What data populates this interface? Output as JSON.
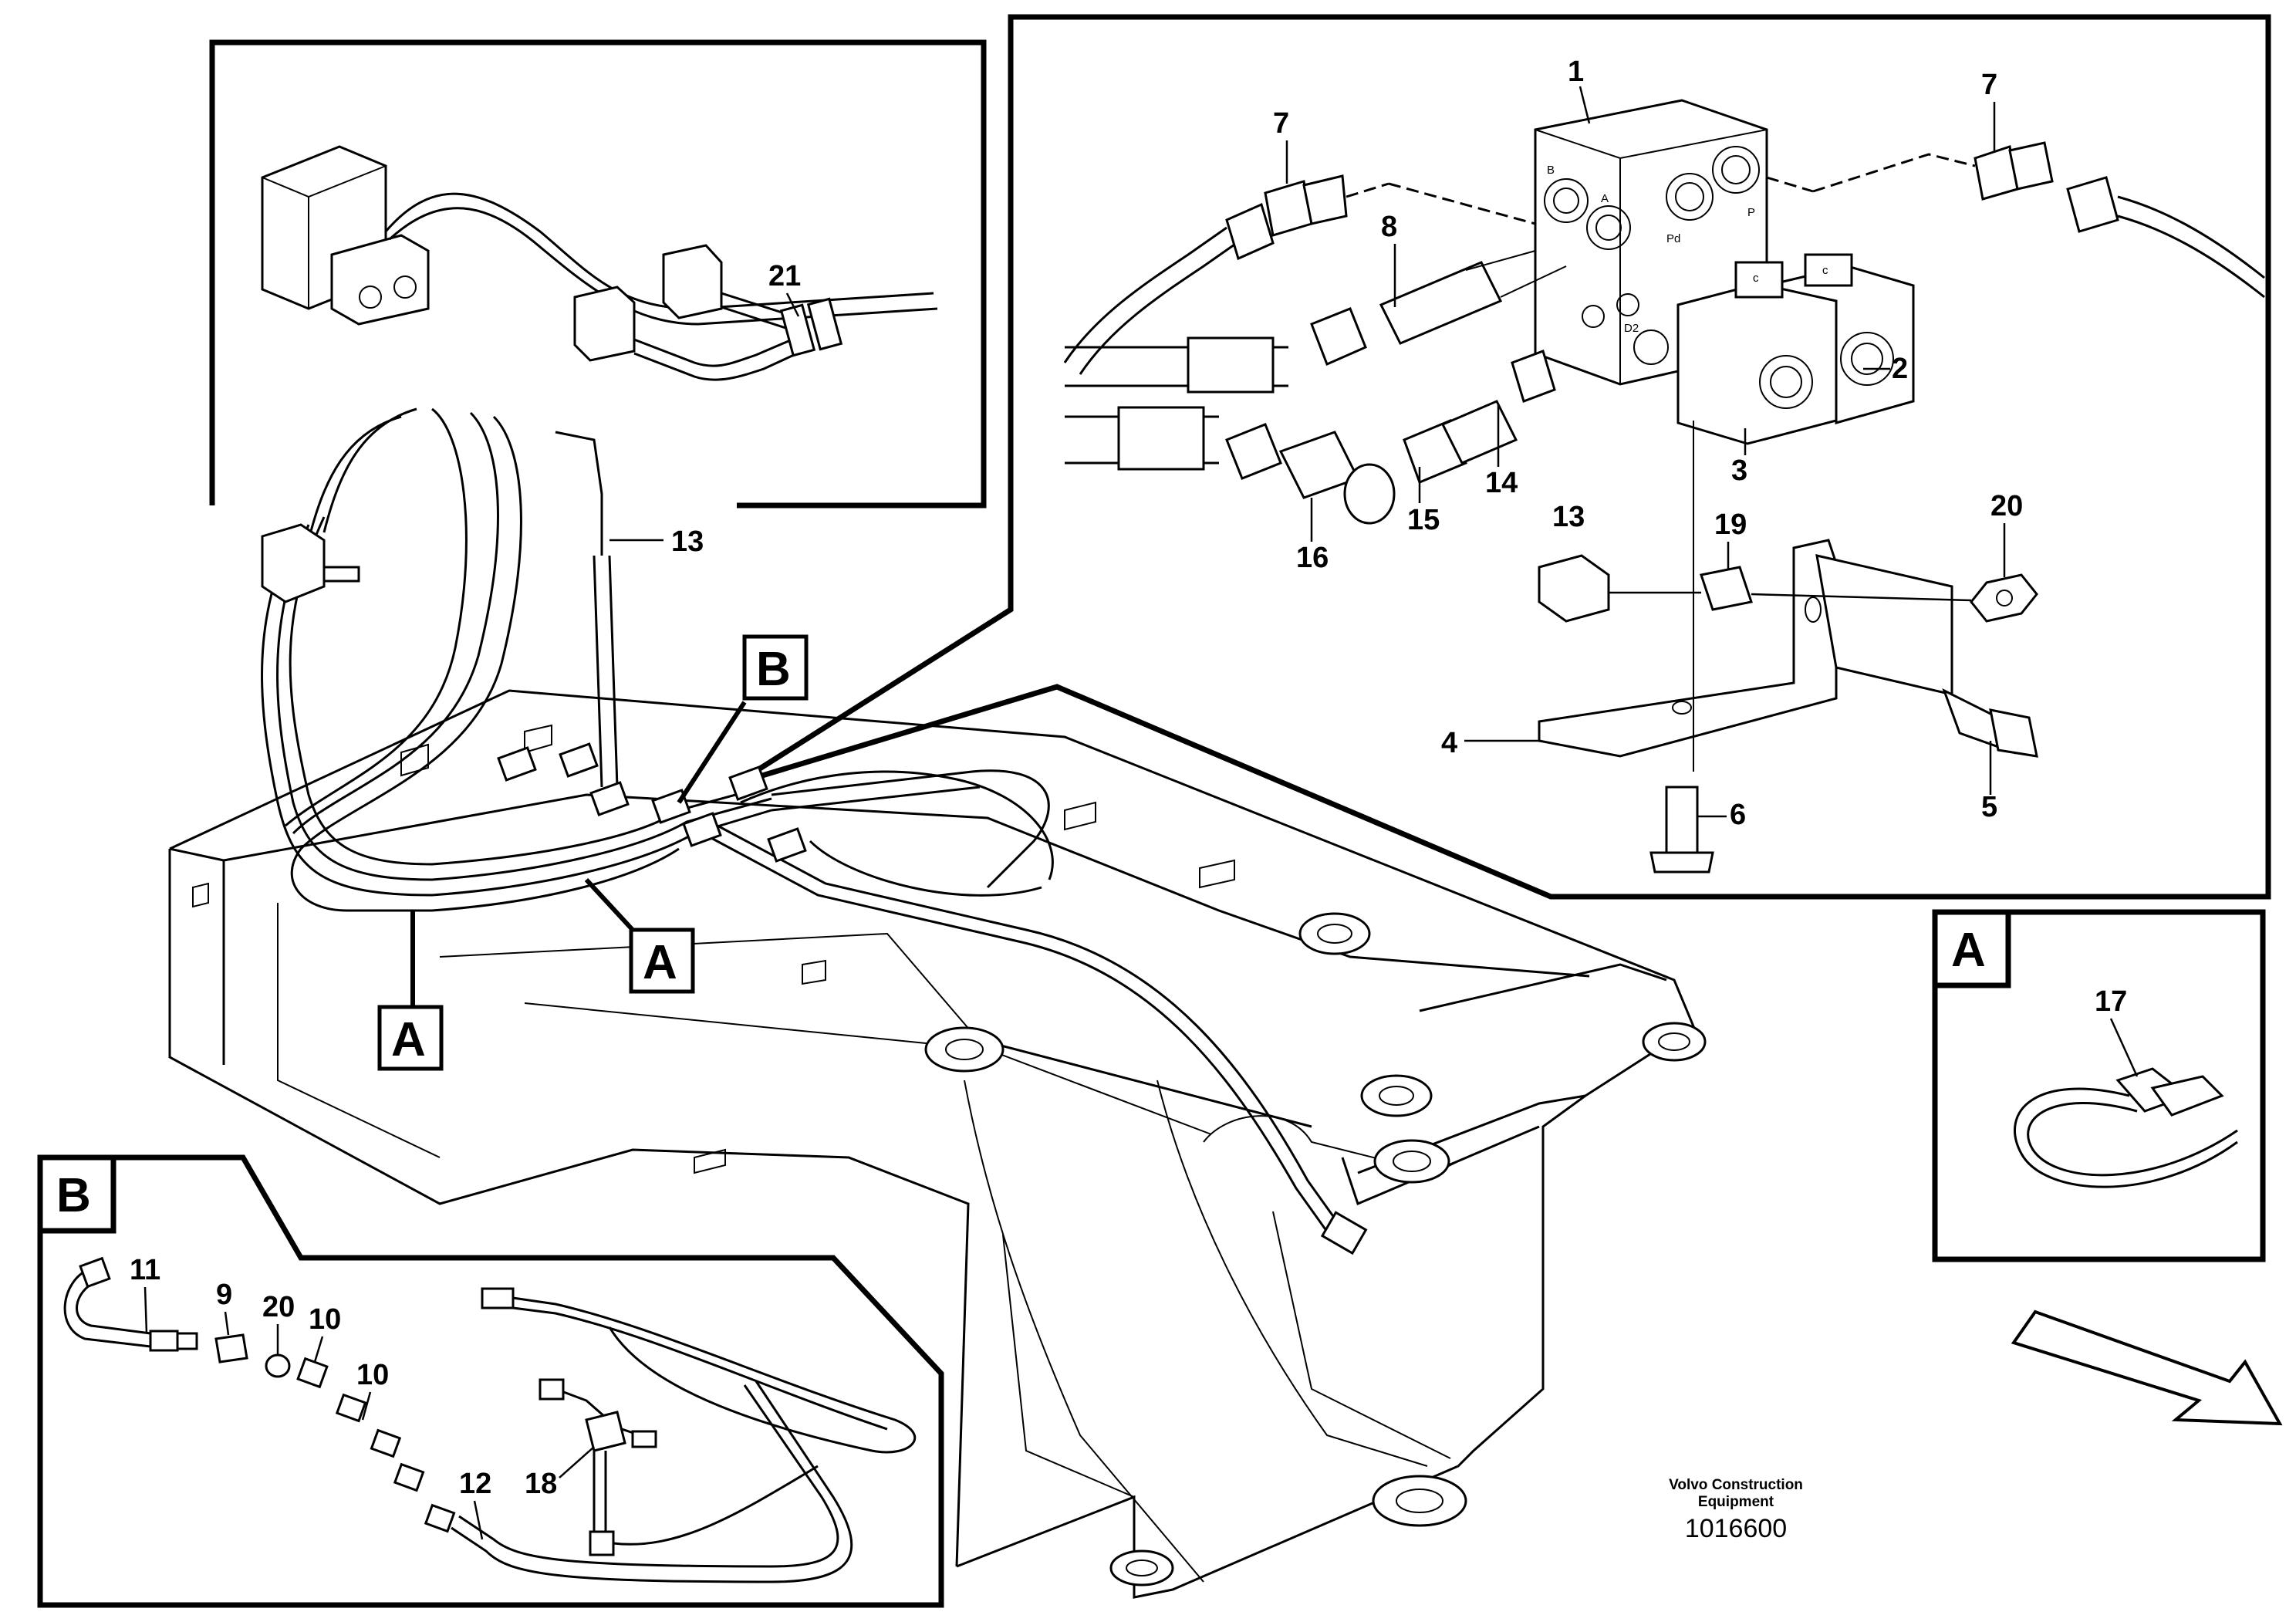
{
  "diagram": {
    "type": "exploded parts diagram",
    "detail_views": {
      "A": {
        "label": "A",
        "callouts": [
          "17"
        ]
      },
      "B": {
        "label": "B",
        "callouts": [
          "11",
          "9",
          "20",
          "10",
          "10",
          "12",
          "18"
        ]
      }
    },
    "view_markers": [
      "B",
      "A",
      "A"
    ],
    "callouts": {
      "c1": "1",
      "c2": "2",
      "c3": "3",
      "c4": "4",
      "c5": "5",
      "c6": "6",
      "c7a": "7",
      "c7b": "7",
      "c8": "8",
      "c13": "13",
      "c13b": "13",
      "c14": "14",
      "c15": "15",
      "c16": "16",
      "c19": "19",
      "c20": "20",
      "c21": "21",
      "c17": "17",
      "c11": "11",
      "c9": "9",
      "c20b": "20",
      "c10a": "10",
      "c10b": "10",
      "c12": "12",
      "c18": "18"
    },
    "port_labels": {
      "b": "B",
      "a": "A",
      "pd": "Pd",
      "p": "P",
      "d2": "D2"
    },
    "solenoid_labels": {
      "s1": "c",
      "s2": "c"
    },
    "credit_line1": "Volvo Construction",
    "credit_line2": "Equipment",
    "document_number": "1016600"
  }
}
